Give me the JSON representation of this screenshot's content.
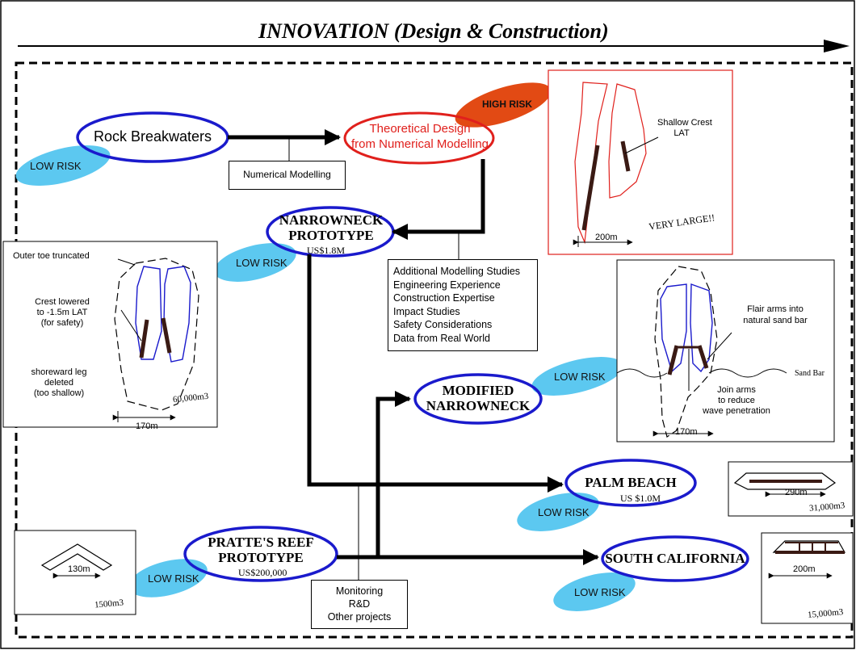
{
  "title": "INNOVATION (Design & Construction)",
  "nodes": {
    "rock_breakwaters": "Rock Breakwaters",
    "theoretical_line1": "Theoretical Design",
    "theoretical_line2": "from Numerical Modelling",
    "narrowneck_line1": "NARROWNECK",
    "narrowneck_line2": "PROTOTYPE",
    "narrowneck_cost": "US$1.8M",
    "modified_line1": "MODIFIED",
    "modified_line2": "NARROWNECK",
    "palm_beach": "PALM BEACH",
    "palm_beach_cost": "US $1.0M",
    "prattes_line1": "PRATTE'S REEF",
    "prattes_line2": "PROTOTYPE",
    "prattes_cost": "US$200,000",
    "south_california": "SOUTH CALIFORNIA"
  },
  "risk_labels": {
    "low1": "LOW RISK",
    "high": "HIGH RISK",
    "low2": "LOW RISK",
    "low3": "LOW RISK",
    "low4": "LOW RISK",
    "low5": "LOW RISK",
    "low6": "LOW RISK"
  },
  "boxes": {
    "numerical_modelling": "Numerical Modelling",
    "additional": [
      "Additional Modelling Studies",
      "Engineering Experience",
      "Construction Expertise",
      "Impact Studies",
      "Safety Considerations",
      "Data from Real World"
    ],
    "monitoring": [
      "Monitoring",
      "R&D",
      "Other projects"
    ]
  },
  "insets": {
    "very_large": {
      "annotation_line1": "Shallow Crest",
      "annotation_line2": "LAT",
      "note": "VERY LARGE!!",
      "scale": "200m"
    },
    "narrowneck_design": {
      "outer_toe": "Outer toe truncated",
      "crest_line1": "Crest lowered",
      "crest_line2": "to -1.5m LAT",
      "crest_line3": "(for safety)",
      "shore_line1": "shoreward leg",
      "shore_line2": "deleted",
      "shore_line3": "(too shallow)",
      "volume": "60,000m3",
      "scale": "170m"
    },
    "modified_design": {
      "flair_line1": "Flair arms into",
      "flair_line2": "natural sand bar",
      "sand_bar": "Sand Bar",
      "join_line1": "Join arms",
      "join_line2": "to reduce",
      "join_line3": "wave penetration",
      "scale": "170m"
    },
    "palm_beach_design": {
      "scale": "290m",
      "volume": "31,000m3"
    },
    "south_cal_design": {
      "scale": "200m",
      "volume": "15,000m3"
    },
    "prattes_design": {
      "scale": "130m",
      "volume": "1500m3"
    }
  },
  "colors": {
    "blue": "#1a1acc",
    "red": "#e0201c",
    "high_risk": "#e24a14",
    "low_risk": "#5cc8f0",
    "arrow": "#000000"
  }
}
